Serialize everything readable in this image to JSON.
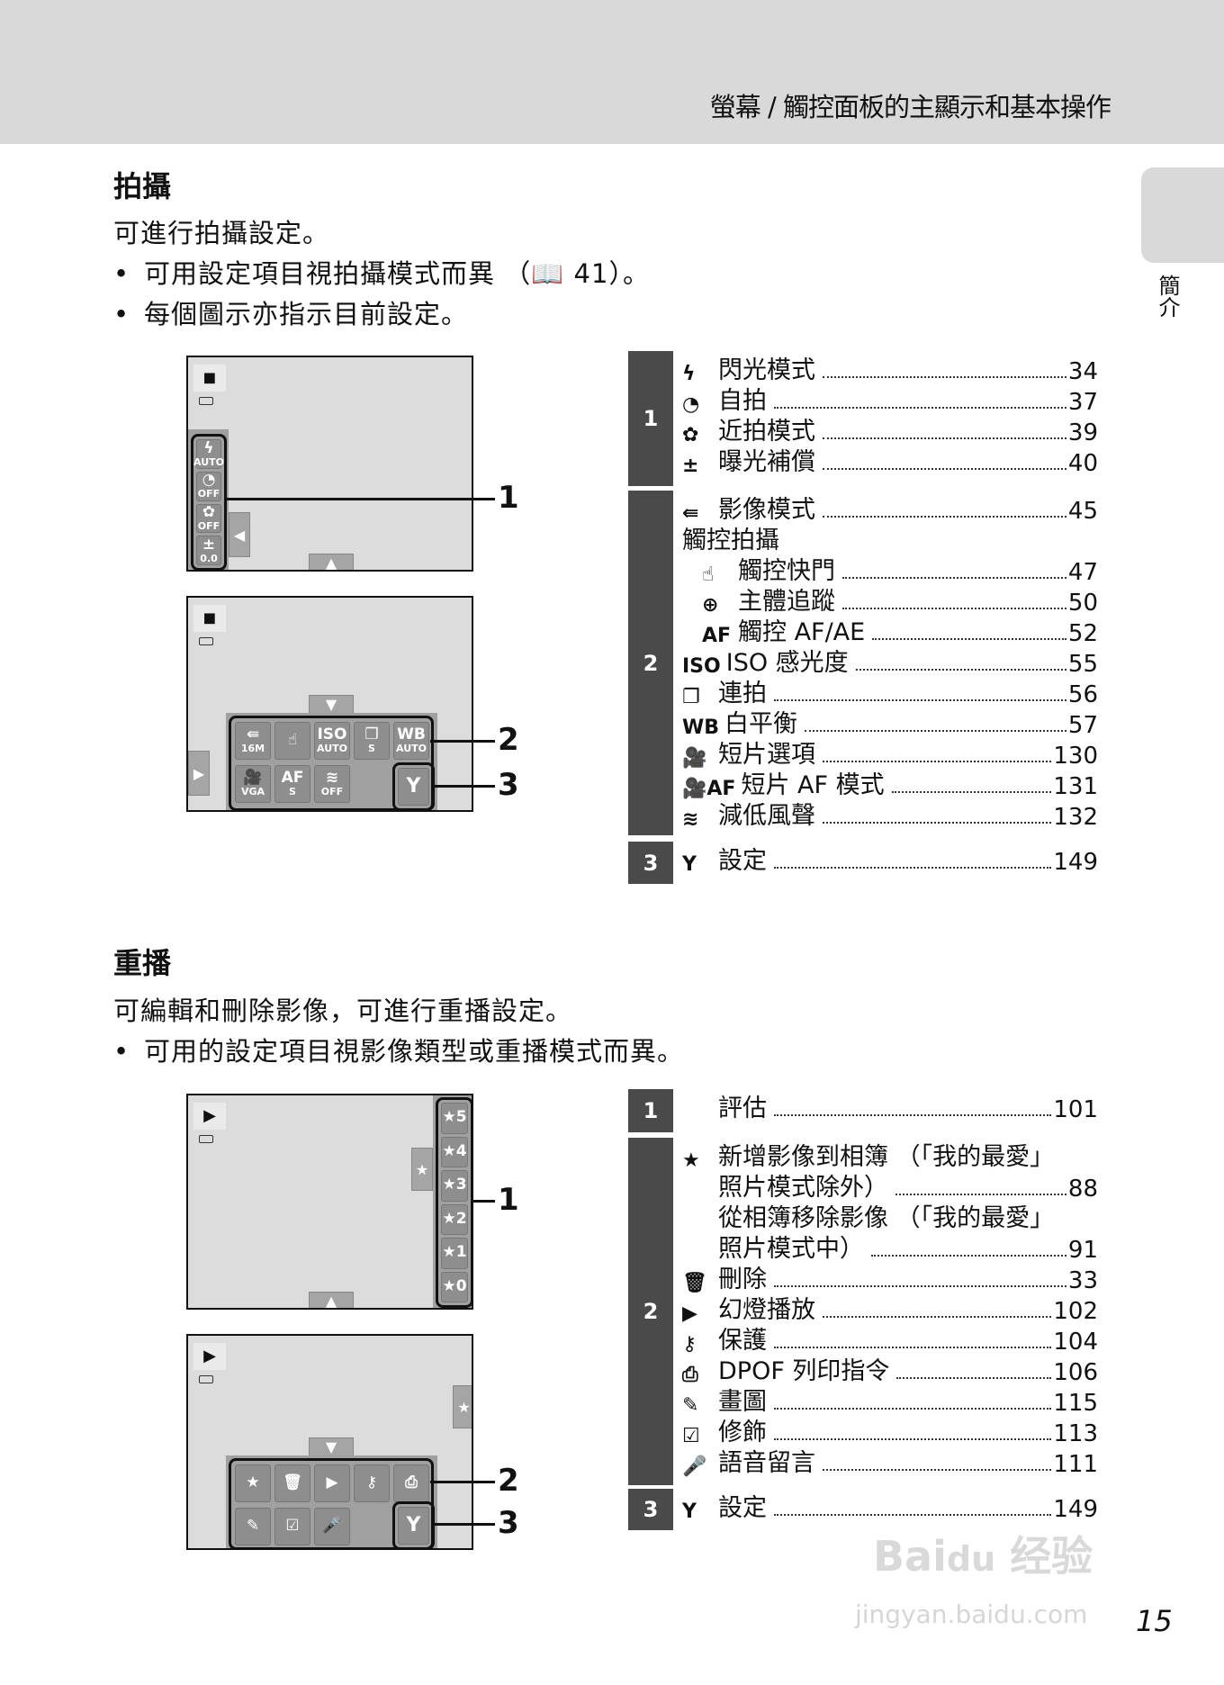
{
  "header": {
    "title": "螢幕 / 觸控面板的主顯示和基本操作"
  },
  "side_tab": "簡介",
  "shooting": {
    "heading": "拍攝",
    "intro": "可進行拍攝設定。",
    "bullets": [
      "可用設定項目視拍攝模式而異 （📖 41）。",
      "每個圖示亦指示目前設定。"
    ],
    "screen1": {
      "mode_icon": "camera-icon",
      "buttons": [
        {
          "g": "ϟ",
          "t": "AUTO"
        },
        {
          "g": "◔",
          "t": "OFF"
        },
        {
          "g": "✿",
          "t": "OFF"
        },
        {
          "g": "±",
          "t": "0.0"
        }
      ],
      "left_tab": "◀",
      "bottom_tab": "▲",
      "callout": "1"
    },
    "screen2": {
      "mode_icon": "camera-icon",
      "right_tab": "▶",
      "bottom_tab": "▼",
      "buttons": [
        {
          "g": "⇚",
          "t": "16M"
        },
        {
          "g": "☝",
          "t": ""
        },
        {
          "g": "ISO",
          "t": "AUTO"
        },
        {
          "g": "❐",
          "t": "S"
        },
        {
          "g": "WB",
          "t": "AUTO"
        },
        {
          "g": "🎥",
          "t": "VGA"
        },
        {
          "g": "AF",
          "t": "S"
        },
        {
          "g": "≋",
          "t": "OFF"
        }
      ],
      "setup": "Y",
      "callouts": [
        "2",
        "3"
      ]
    },
    "table": [
      {
        "num": "1",
        "rows": [
          {
            "icon": "ϟ",
            "label": "閃光模式",
            "page": "34"
          },
          {
            "icon": "◔",
            "label": "自拍",
            "page": "37"
          },
          {
            "icon": "✿",
            "label": "近拍模式",
            "page": "39"
          },
          {
            "icon": "±",
            "label": "曝光補償",
            "page": "40"
          }
        ]
      },
      {
        "num": "2",
        "rows": [
          {
            "icon": "⇚",
            "label": "影像模式",
            "page": "45"
          },
          {
            "icon": "",
            "label": "觸控拍攝",
            "page": "",
            "heading": true
          },
          {
            "icon": "☝",
            "label": "觸控快門",
            "page": "47",
            "sub": true
          },
          {
            "icon": "⊕",
            "label": "主體追蹤",
            "page": "50",
            "sub": true
          },
          {
            "icon": "AF",
            "label": "觸控 AF/AE",
            "page": "52",
            "sub": true
          },
          {
            "icon": "ISO",
            "label": "ISO 感光度",
            "page": "55"
          },
          {
            "icon": "❐",
            "label": "連拍",
            "page": "56"
          },
          {
            "icon": "WB",
            "label": "白平衡",
            "page": "57"
          },
          {
            "icon": "🎥",
            "label": "短片選項",
            "page": "130"
          },
          {
            "icon": "🎥AF",
            "label": "短片 AF 模式",
            "page": "131"
          },
          {
            "icon": "≋",
            "label": "減低風聲",
            "page": "132"
          }
        ]
      },
      {
        "num": "3",
        "rows": [
          {
            "icon": "Y",
            "label": "設定",
            "page": "149"
          }
        ]
      }
    ]
  },
  "playback": {
    "heading": "重播",
    "intro": "可編輯和刪除影像，可進行重播設定。",
    "bullets": [
      "可用的設定項目視影像類型或重播模式而異。"
    ],
    "screen3": {
      "mode_icon": "play-icon",
      "star_tab": "★",
      "ratings": [
        "★5",
        "★4",
        "★3",
        "★2",
        "★1",
        "★0"
      ],
      "bottom_tab": "▲",
      "callout": "1"
    },
    "screen4": {
      "mode_icon": "play-icon",
      "star_tab": "★",
      "bottom_tab": "▼",
      "buttons": [
        {
          "g": "★",
          "t": ""
        },
        {
          "g": "🗑",
          "t": ""
        },
        {
          "g": "▶",
          "t": ""
        },
        {
          "g": "⚷",
          "t": ""
        },
        {
          "g": "⎙",
          "t": ""
        },
        {
          "g": "✎",
          "t": ""
        },
        {
          "g": "☑",
          "t": ""
        },
        {
          "g": "🎤",
          "t": ""
        }
      ],
      "setup": "Y",
      "callouts": [
        "2",
        "3"
      ]
    },
    "table": [
      {
        "num": "1",
        "rows": [
          {
            "icon": "",
            "label": "評估",
            "page": "101"
          }
        ]
      },
      {
        "num": "2",
        "rows": [
          {
            "icon": "★",
            "label": "新增影像到相簿 （「我的最愛」",
            "page": "",
            "cont": true
          },
          {
            "icon": "",
            "label": "照片模式除外）",
            "page": "88"
          },
          {
            "icon": "",
            "label": "從相簿移除影像 （「我的最愛」",
            "page": "",
            "cont": true
          },
          {
            "icon": "",
            "label": "照片模式中）",
            "page": "91"
          },
          {
            "icon": "🗑",
            "label": "刪除",
            "page": "33"
          },
          {
            "icon": "▶",
            "label": "幻燈播放",
            "page": "102"
          },
          {
            "icon": "⚷",
            "label": "保護",
            "page": "104"
          },
          {
            "icon": "⎙",
            "label": "DPOF 列印指令",
            "page": "106"
          },
          {
            "icon": "✎",
            "label": "畫圖",
            "page": "115"
          },
          {
            "icon": "☑",
            "label": "修飾",
            "page": "113"
          },
          {
            "icon": "🎤",
            "label": "語音留言",
            "page": "111"
          }
        ]
      },
      {
        "num": "3",
        "rows": [
          {
            "icon": "Y",
            "label": "設定",
            "page": "149"
          }
        ]
      }
    ]
  },
  "page_number": "15",
  "watermark": {
    "text": "Bai du 经验",
    "url": "jingyan.baidu.com"
  }
}
